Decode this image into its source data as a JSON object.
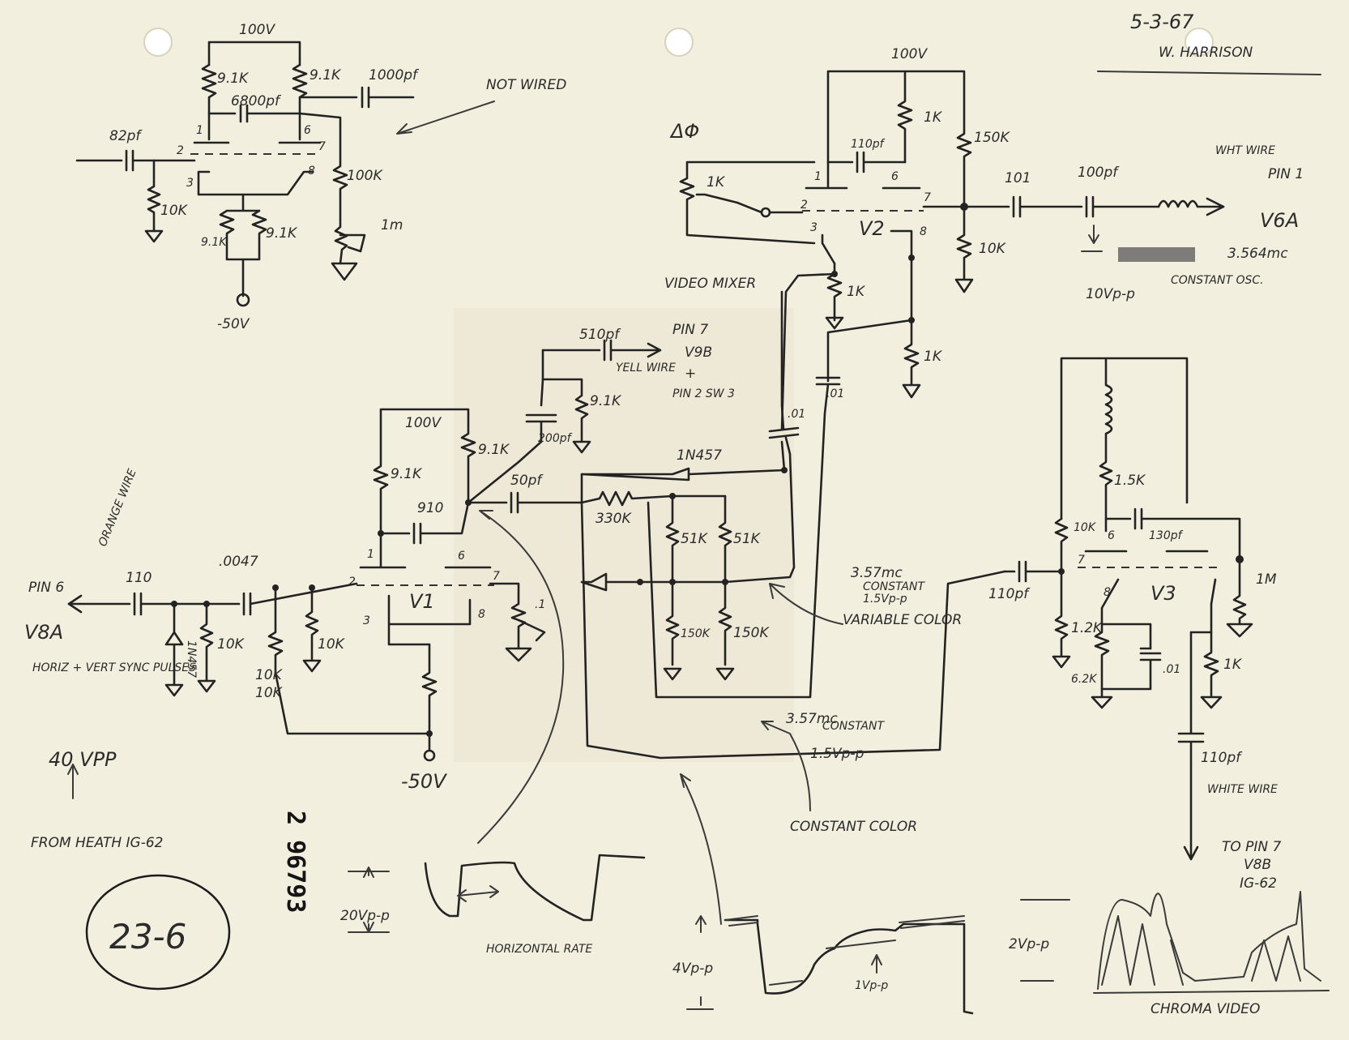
{
  "header": {
    "date": "5-3-67",
    "author": "W. HARRISON"
  },
  "top_left": {
    "supply": "100V",
    "r1": "9.1K",
    "r2": "9.1K",
    "c_couple": "6800pf",
    "c_out": "1000pf",
    "c_in": "82pf",
    "r_grid": "10K",
    "r_plate": "100K",
    "pot": "1m",
    "rk1": "9.1K",
    "rk2": "9.1K",
    "neg": "-50V",
    "note": "NOT WIRED",
    "pin1": "1",
    "pin2": "2",
    "pin3": "3",
    "pin6": "6",
    "pin7": "7",
    "pin8": "8"
  },
  "osc": {
    "phase": "ΔΦ",
    "supply": "100V",
    "r_plate": "1K",
    "r_150": "150K",
    "c_110": "110pf",
    "pot": "1K",
    "pin1": "1",
    "pin6": "6",
    "pin2": "2",
    "pin7": "7",
    "pin3": "3",
    "pin8": "8",
    "tube": "V2",
    "r_k": "1K",
    "r_k2": "1K",
    "r_10": "10K",
    "c_101": "101",
    "c_100": "100pf",
    "wire": "WHT WIRE",
    "pin_out": "PIN 1",
    "dest": "V6A",
    "freq": "3.564mc",
    "osc_label": "CONSTANT OSC.",
    "level": "10Vp-p"
  },
  "mixer": {
    "title": "VIDEO MIXER",
    "c_510": "510pf",
    "pin": "PIN 7",
    "tube": "V9B",
    "wire": "YELL WIRE",
    "plus": "+",
    "pin2": "PIN 2 SW 3",
    "r_91": "9.1K",
    "c_200": "200pf",
    "c_101a": ".01",
    "c_101b": ".01"
  },
  "v1": {
    "supply": "100V",
    "r1": "9.1K",
    "r2": "9.1K",
    "c_910": "910",
    "c_50": "50pf",
    "pin1": "1",
    "pin2": "2",
    "pin3": "3",
    "pin6": "6",
    "pin7": "7",
    "pin8": "8",
    "tube": "V1",
    "r_k": "10K",
    "neg": "-50V",
    "pot": ".1"
  },
  "input": {
    "pin": "PIN 6",
    "wire": "ORANGE WIRE",
    "dest": "V8A",
    "c_110": "110",
    "c_0047": ".0047",
    "diode": "1N457",
    "r1": "10K",
    "r2": "10K",
    "r3": "10K",
    "sync": "HORIZ + VERT SYNC PULSES",
    "level": "40 VPP",
    "from": "FROM HEATH IG-62"
  },
  "diode_net": {
    "diode": "1N457",
    "r_330": "330K",
    "r_51a": "51K",
    "r_51b": "51K",
    "r_150a": "150K",
    "r_150b": "150K"
  },
  "notes": {
    "var_freq": "3.57mc",
    "var_const": "CONSTANT",
    "var_level": "1.5Vp-p",
    "var_color": "VARIABLE COLOR",
    "const_freq": "3.57mc",
    "const_const": "CONSTANT",
    "const_level": "1.5Vp-p",
    "const_color": "CONSTANT COLOR"
  },
  "v3": {
    "r_15": "1.5K",
    "r_10": "10K",
    "c_130": "130pf",
    "c_110": "110pf",
    "pin6": "6",
    "pin7": "7",
    "pin8": "8",
    "tube": "V3",
    "r_1m": "1M",
    "r_12": "1.2K",
    "r_62": "6.2K",
    "c_101": ".01",
    "r_1k": "1K",
    "c_out": "110pf",
    "wire": "WHITE WIRE",
    "dest1": "TO PIN 7",
    "dest2": "V8B",
    "dest3": "IG-62"
  },
  "waveforms": {
    "h_level": "20Vp-p",
    "h_rate": "HORIZONTAL RATE",
    "v_level": "4Vp-p",
    "v_level2": "1Vp-p",
    "chroma_level": "2Vp-p",
    "chroma": "CHROMA VIDEO"
  },
  "stamp": {
    "number": "2 96793",
    "circled": "23-6"
  },
  "colors": {
    "paper": "#f3efdf",
    "ink": "#232323"
  }
}
